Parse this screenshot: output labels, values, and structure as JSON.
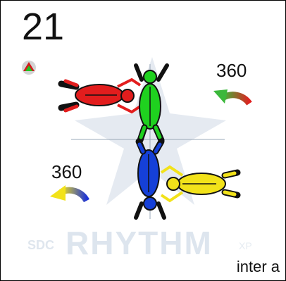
{
  "slide": {
    "number": "21",
    "rotation_label_top": "360",
    "rotation_label_bottom": "360",
    "caption": "inter a",
    "watermark": "RHYTHM",
    "watermark_small": "SDC",
    "watermark_suffix": "XP"
  },
  "colors": {
    "red": "#e21d1d",
    "green": "#1fd11f",
    "blue": "#1540d8",
    "yellow": "#f2e21a",
    "watermark": "#dfe6ee"
  }
}
